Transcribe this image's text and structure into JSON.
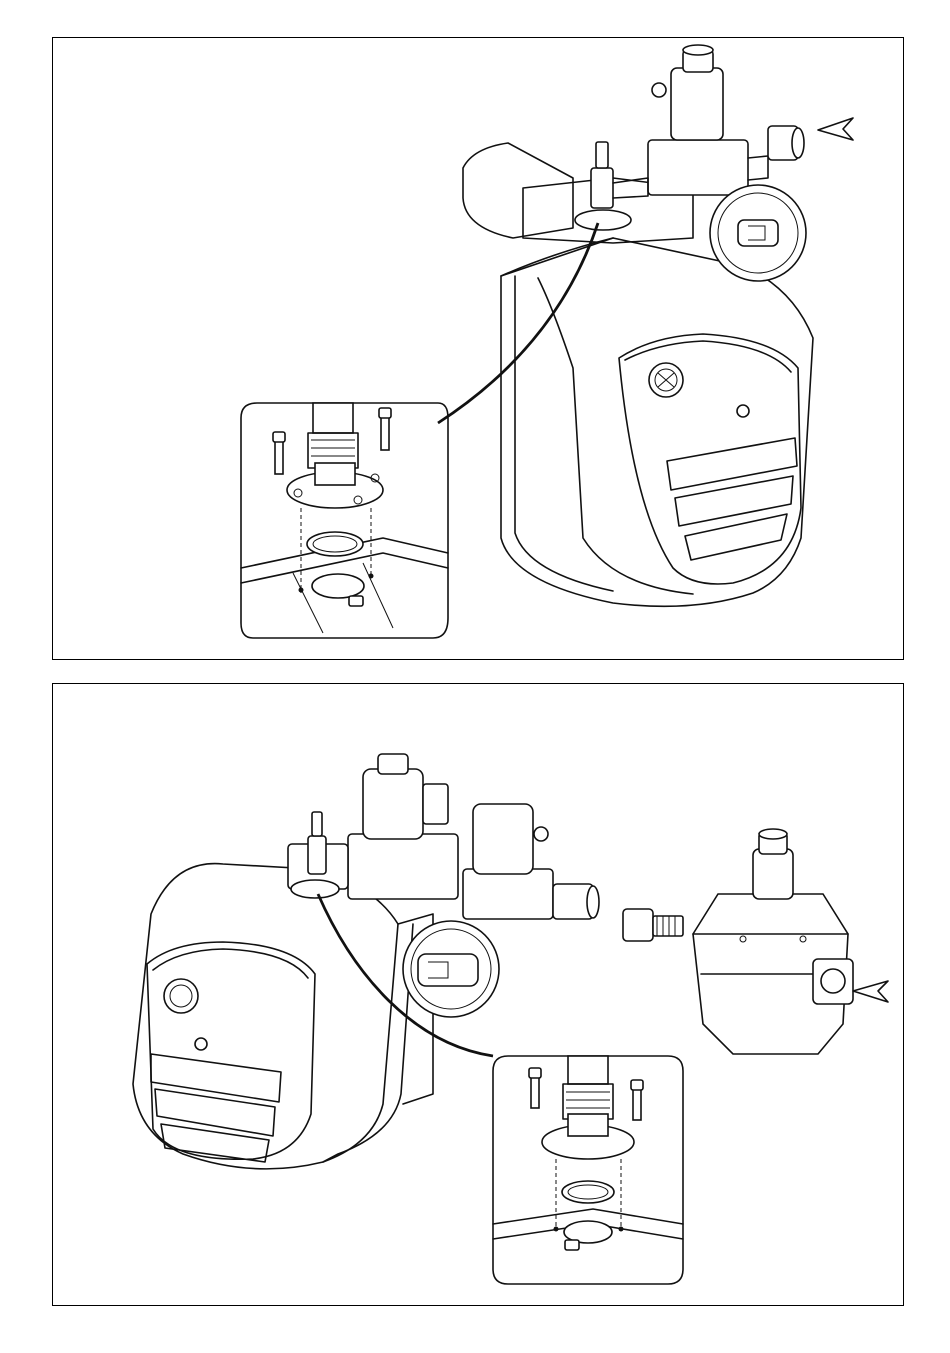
{
  "figure": {
    "panels": [
      {
        "id": "top",
        "description_icons": [
          "burner-housing",
          "solenoid-valve",
          "pressure-switch",
          "gas-inlet-arrow",
          "detail-inset"
        ]
      },
      {
        "id": "bottom",
        "description_icons": [
          "burner-housing",
          "double-solenoid-valve",
          "pressure-switch",
          "adapter-fitting",
          "pressure-regulator",
          "gas-inlet-arrow",
          "detail-inset"
        ]
      }
    ]
  },
  "colors": {
    "line": "#111111",
    "background": "#ffffff",
    "frame": "#000000"
  }
}
